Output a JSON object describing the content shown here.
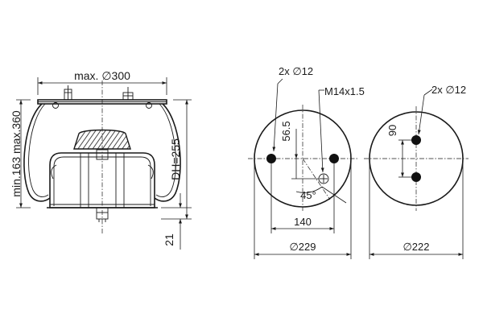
{
  "side_view": {
    "max_diameter_label": "max. ∅300",
    "height_range_label": "min.163 max.360",
    "design_height_label": "DH=255",
    "bottom_offset_label": "21"
  },
  "top_plate_view": {
    "hole_label": "2x ∅12",
    "thread_label": "M14x1.5",
    "offset_label": "56.5",
    "angle_label": "45°",
    "spacing_label": "140",
    "diameter_label": "∅229"
  },
  "bottom_plate_view": {
    "hole_label": "2x ∅12",
    "spacing_label": "90",
    "diameter_label": "∅222"
  }
}
